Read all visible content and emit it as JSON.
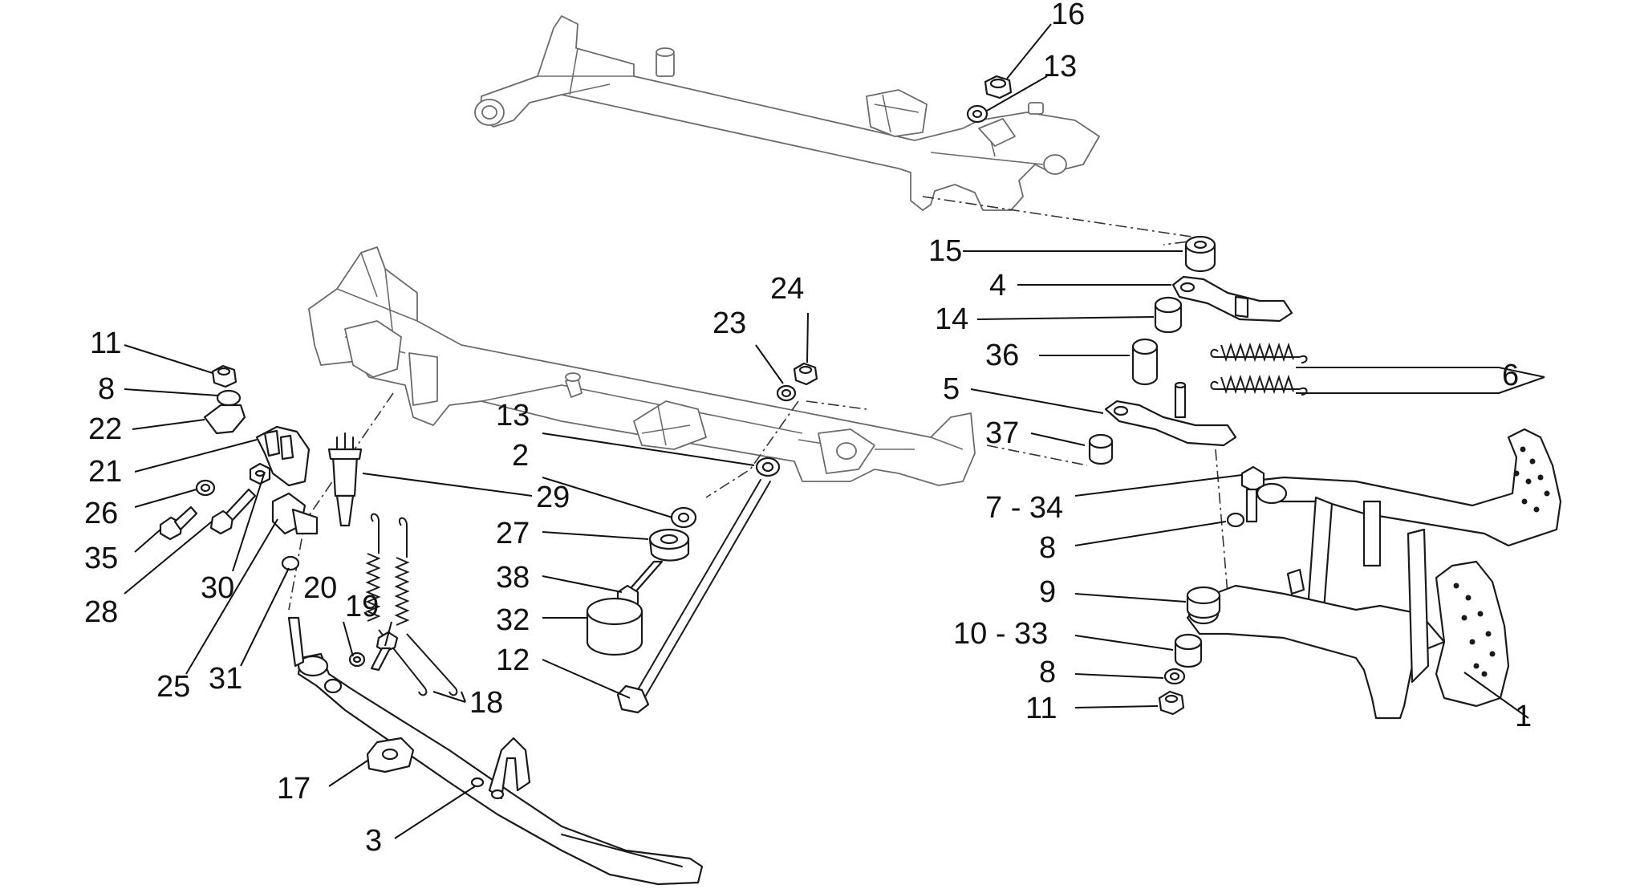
{
  "diagram": {
    "callouts": {
      "c1": "1",
      "c2": "2",
      "c3": "3",
      "c4": "4",
      "c5": "5",
      "c6": "6",
      "c7_34": "7 - 34",
      "c8a": "8",
      "c8b": "8",
      "c8c": "8",
      "c9": "9",
      "c10_33": "10 - 33",
      "c11a": "11",
      "c11b": "11",
      "c12": "12",
      "c13a": "13",
      "c13b": "13",
      "c14": "14",
      "c15": "15",
      "c16": "16",
      "c17": "17",
      "c18": "18",
      "c19": "19",
      "c20": "20",
      "c21": "21",
      "c22": "22",
      "c23": "23",
      "c24": "24",
      "c25": "25",
      "c26": "26",
      "c27": "27",
      "c28": "28",
      "c29": "29",
      "c30": "30",
      "c31": "31",
      "c32": "32",
      "c35": "35",
      "c36": "36",
      "c37": "37",
      "c38": "38"
    }
  }
}
